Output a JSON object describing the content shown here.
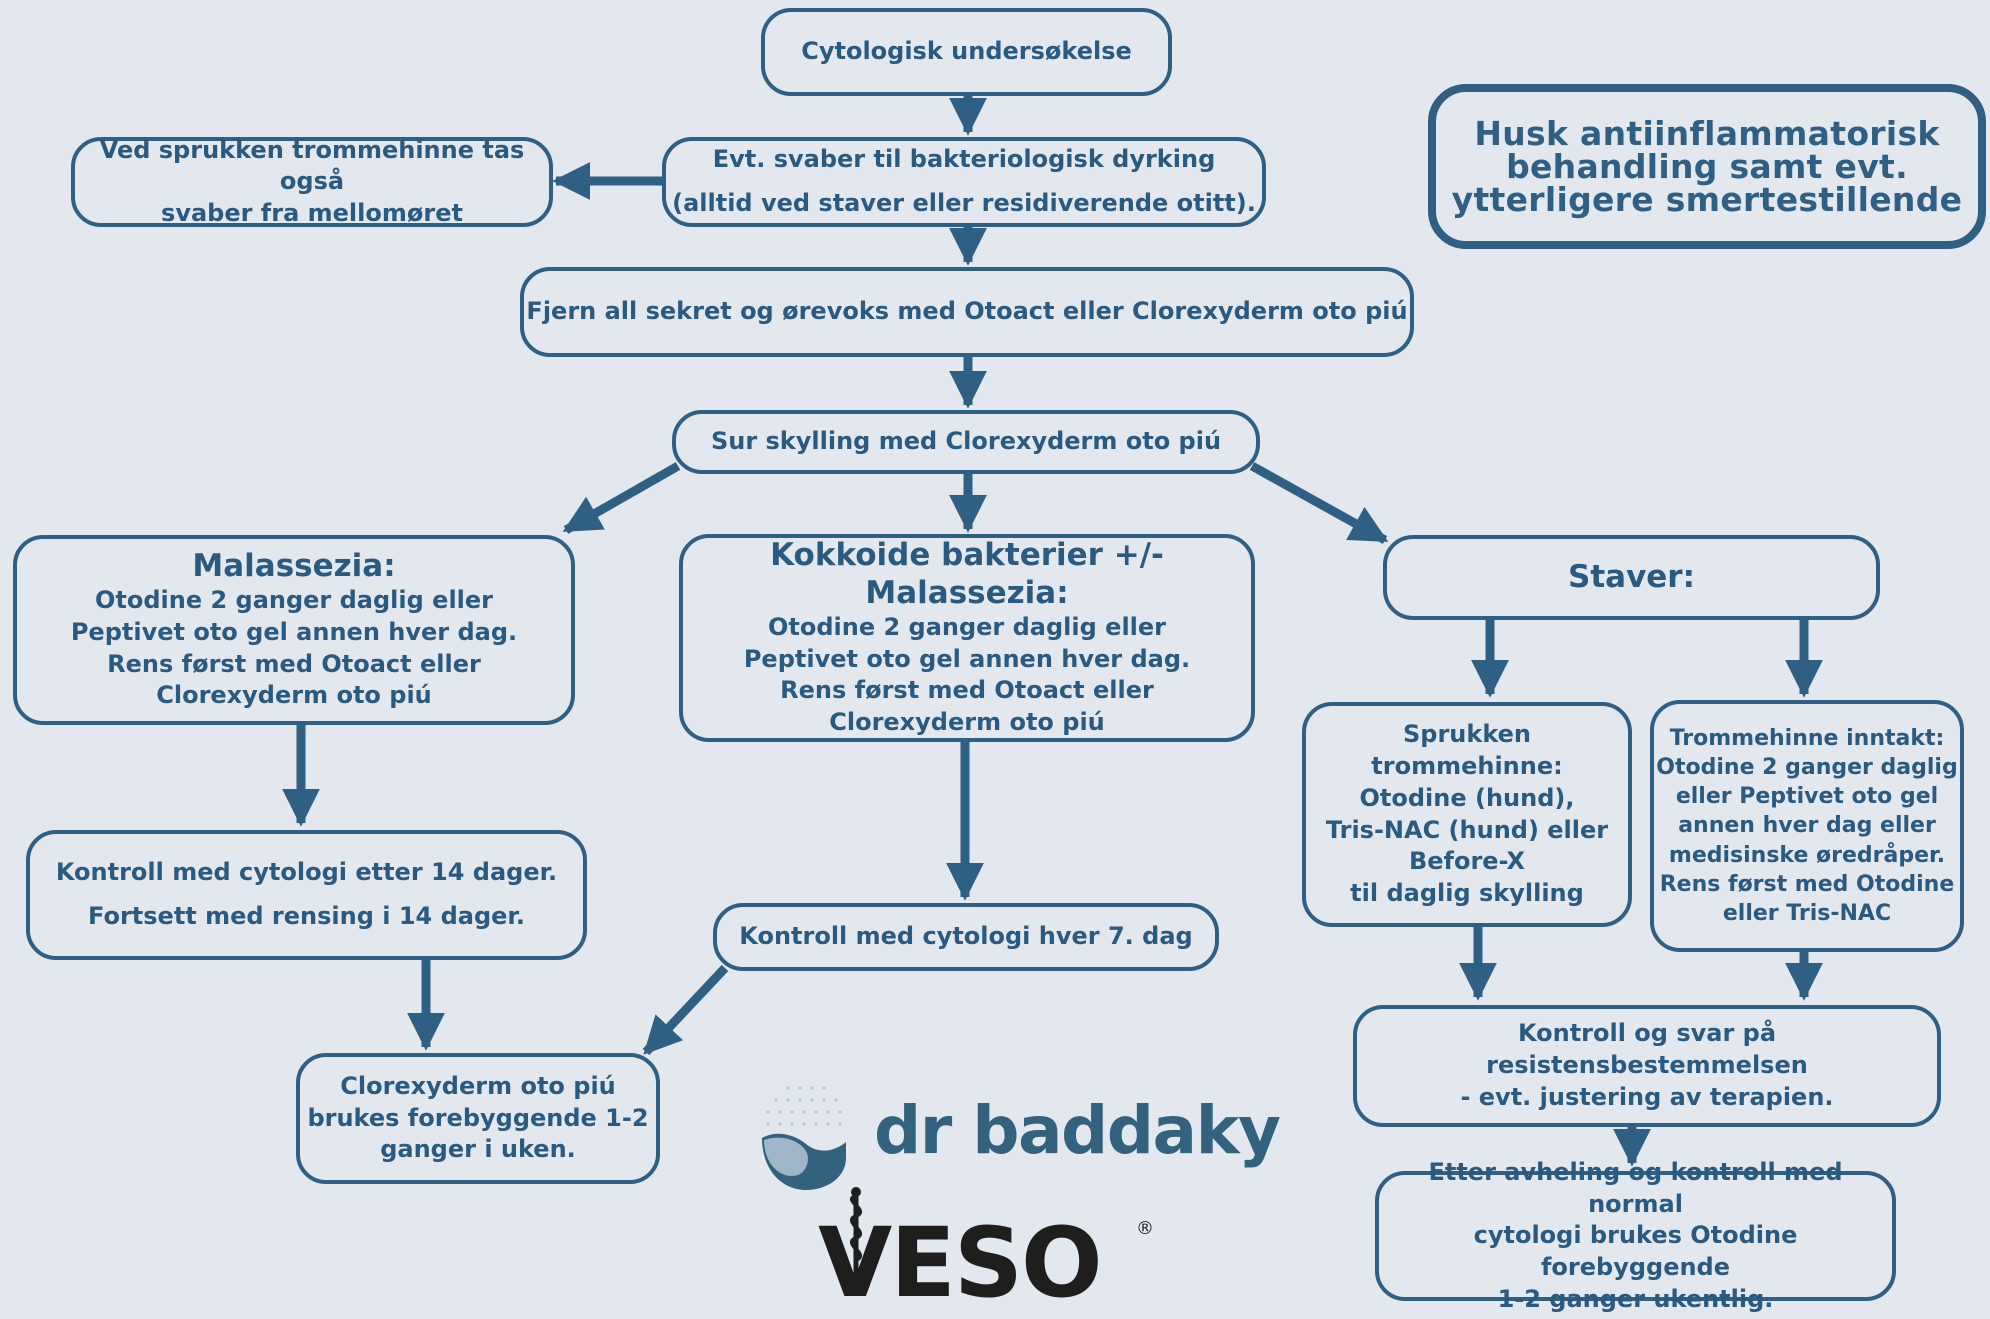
{
  "boxes": {
    "cytology": [
      "Cytologisk undersøkelse"
    ],
    "swab": [
      "Evt. svaber til bakteriologisk dyrking",
      "(alltid ved staver eller residiverende otitt)."
    ],
    "middle_ear": [
      "Ved sprukken trommehinne tas også",
      "svaber fra mellomøret"
    ],
    "note": [
      "Husk antiinflammatorisk",
      "behandling samt evt.",
      "ytterligere smertestillende"
    ],
    "remove": [
      "Fjern all sekret og ørevoks med Otoact eller Clorexyderm oto piú"
    ],
    "rinse": [
      "Sur skylling med Clorexyderm oto piú"
    ],
    "malassezia": {
      "title": "Malassezia:",
      "lines": [
        "Otodine 2 ganger daglig eller",
        "Peptivet oto gel annen hver dag.",
        "Rens først med Otoact eller",
        "Clorexyderm oto piú"
      ]
    },
    "cocci": {
      "title": "Kokkoide bakterier +/- Malassezia:",
      "lines": [
        "Otodine 2 ganger daglig eller",
        "Peptivet oto gel annen hver dag.",
        "Rens først med Otoact eller",
        "Clorexyderm oto piú"
      ]
    },
    "rods": {
      "title": "Staver:"
    },
    "ruptured": [
      "Sprukken trommehinne:",
      "Otodine (hund),",
      "Tris-NAC (hund) eller",
      "Before-X",
      "til daglig skylling"
    ],
    "intact": [
      "Trommehinne inntakt:",
      "Otodine 2 ganger daglig",
      "eller Peptivet oto gel",
      "annen hver dag eller",
      "medisinske øredråper.",
      "Rens først med Otodine",
      "eller Tris-NAC"
    ],
    "control14": [
      "Kontroll med cytologi etter 14 dager.",
      "Fortsett med rensing i 14 dager."
    ],
    "control7": [
      "Kontroll med cytologi hver 7. dag"
    ],
    "preventive": [
      "Clorexyderm oto piú",
      "brukes  forebyggende 1-2",
      "ganger i uken."
    ],
    "resistance": [
      "Kontroll og svar på resistensbestemmelsen",
      "- evt. justering av terapien."
    ],
    "healing": [
      "Etter avheling og kontroll med normal",
      "cytologi brukes Otodine forebyggende",
      "1-2 ganger ukentlig."
    ]
  },
  "logos": {
    "drbaddaky": "dr baddaky",
    "veso": "VESO",
    "registered": "®"
  },
  "colors": {
    "background": "#e3e8ef",
    "border": "#2f5f83",
    "text": "#2a5a80",
    "arrow": "#2f5f83"
  }
}
